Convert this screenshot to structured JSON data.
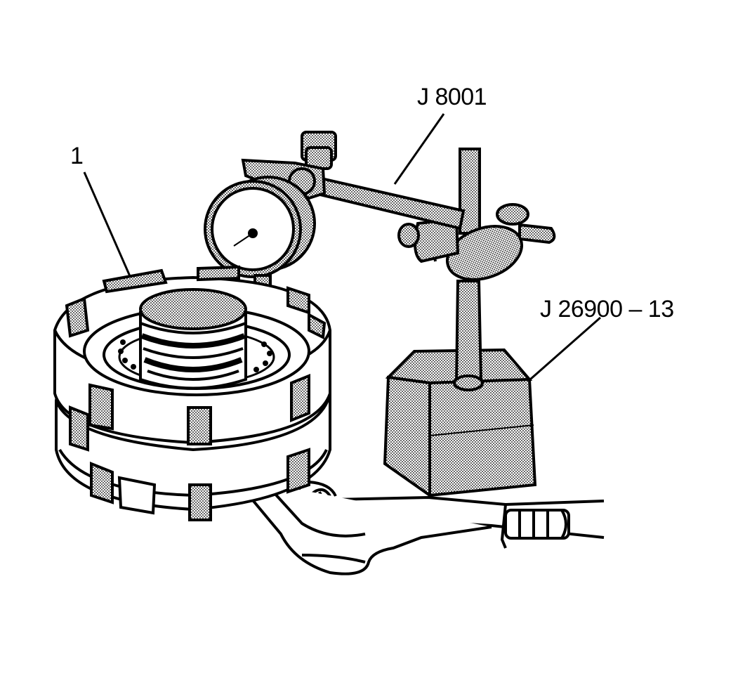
{
  "callouts": {
    "part_1": "1",
    "dial_indicator": "J 8001",
    "magnetic_base": "J 26900 – 13"
  },
  "colors": {
    "ink": "#000000",
    "paper": "#ffffff",
    "stipple": "#b8b8b8"
  }
}
